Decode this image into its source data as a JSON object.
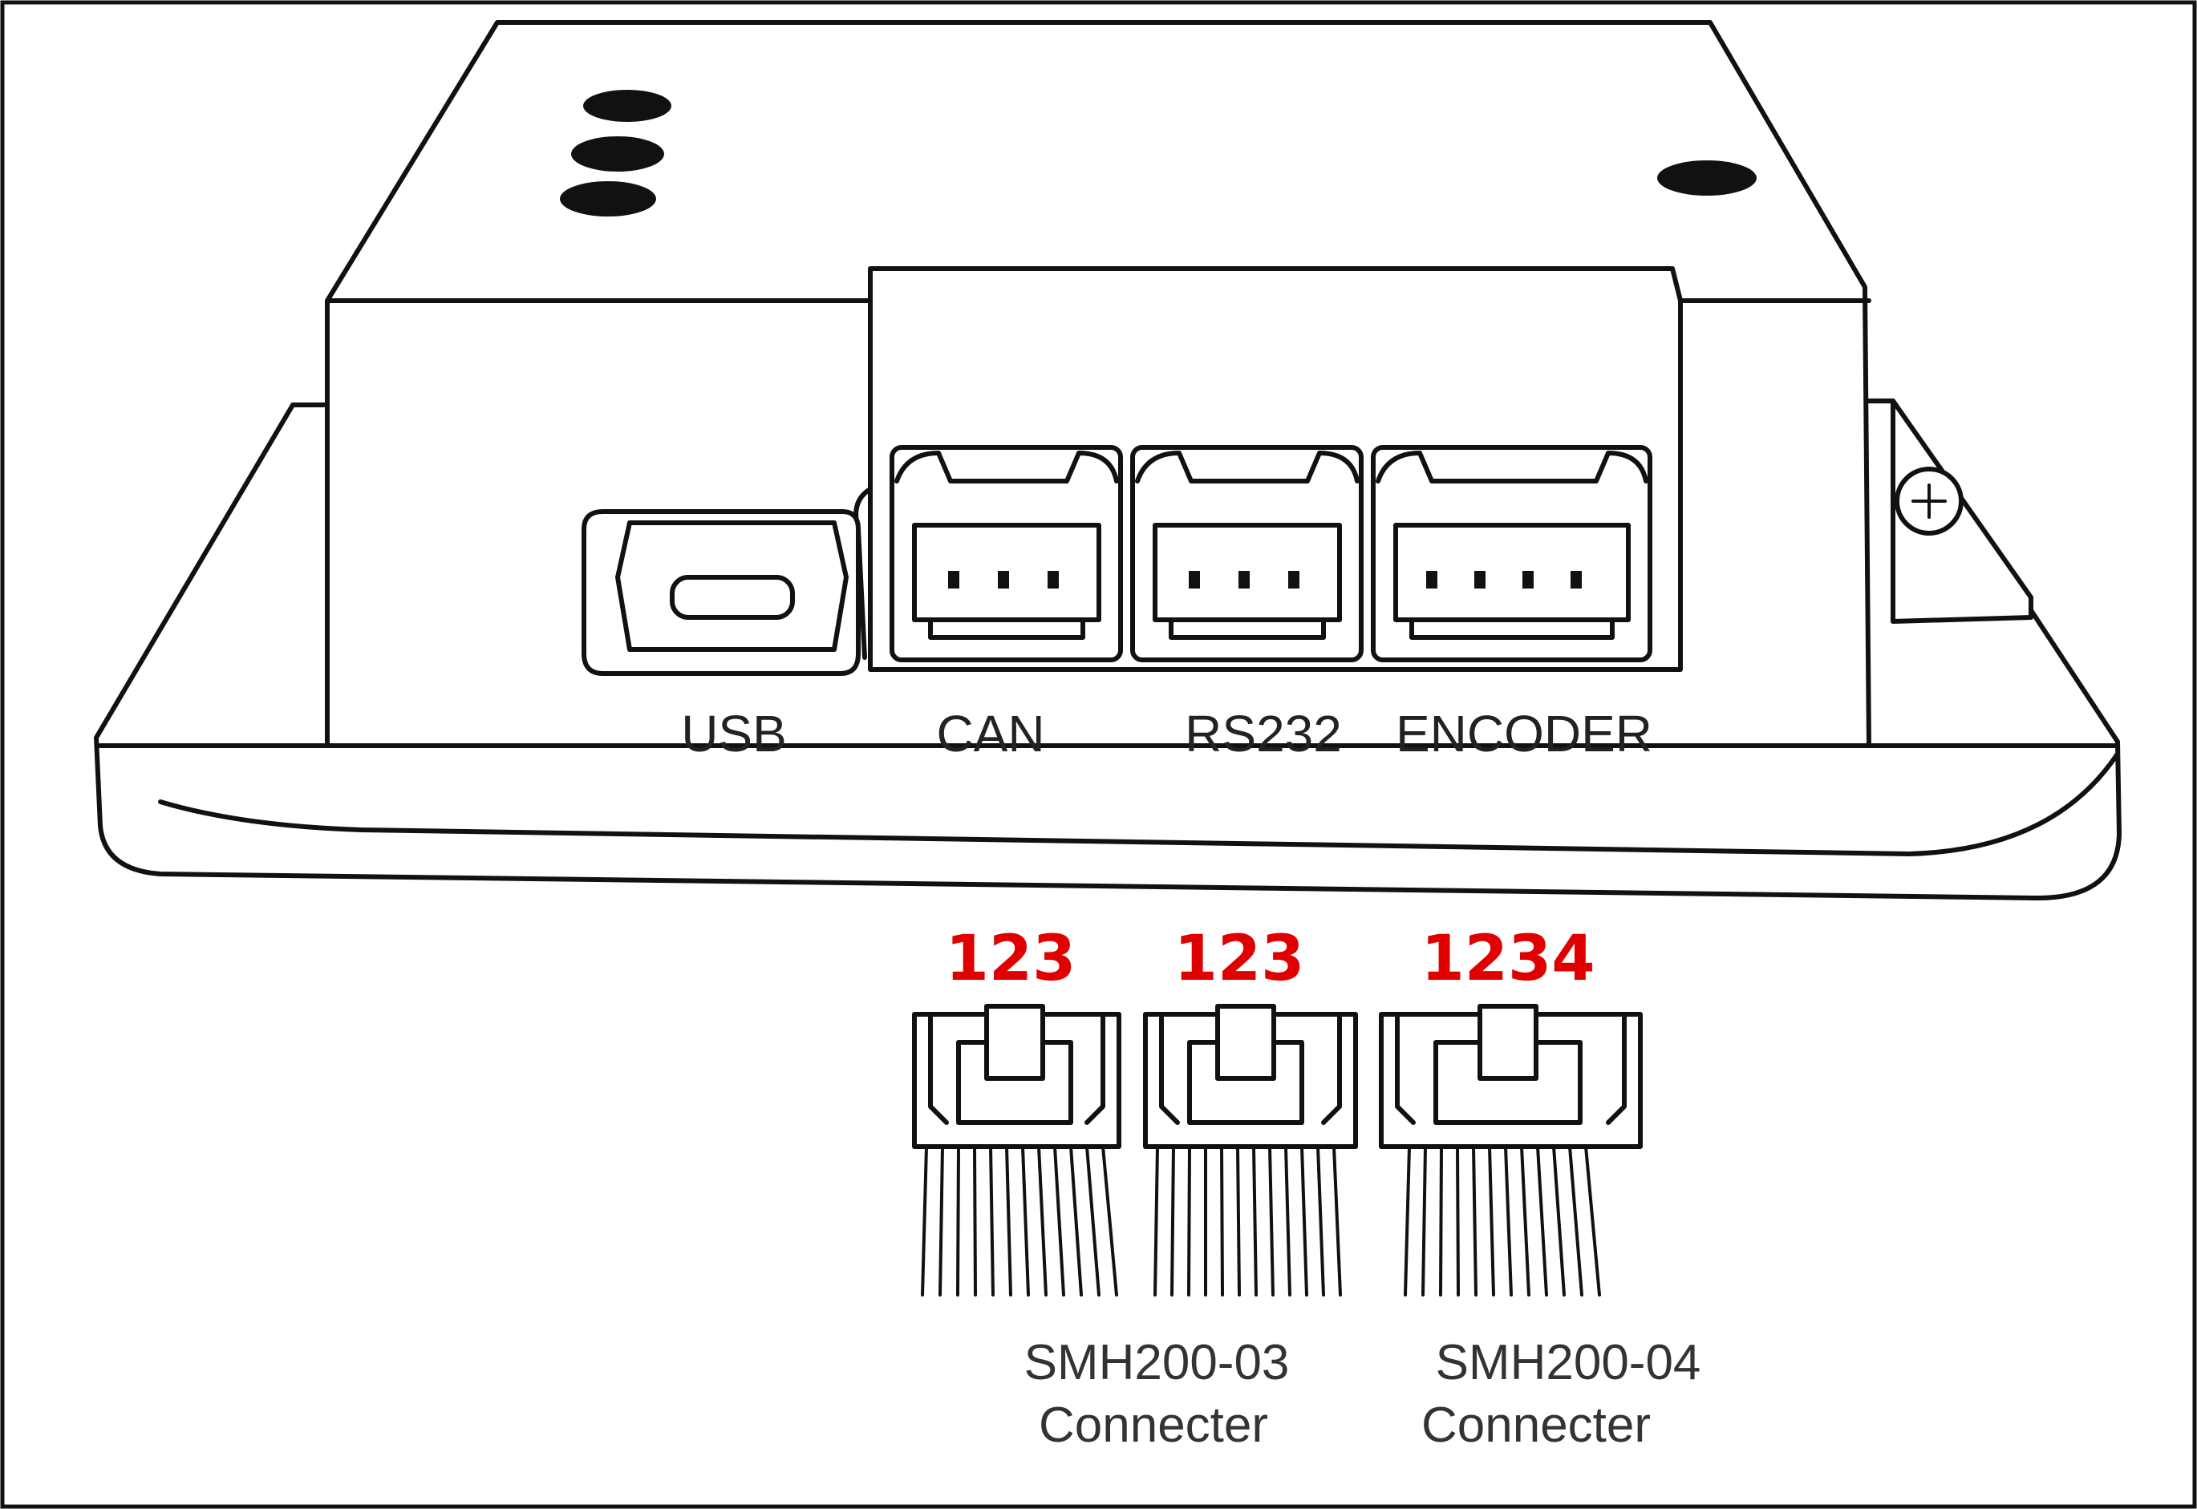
{
  "ports": {
    "usb": "USB",
    "can": "CAN",
    "rs232": "RS232",
    "encoder": "ENCODER"
  },
  "pin_numbers": {
    "can": "123",
    "rs232": "123",
    "encoder": "1234"
  },
  "cable_labels": {
    "smh03_model": "SMH200-03",
    "smh03_type": "Connecter",
    "smh04_model": "SMH200-04",
    "smh04_type": "Connecter"
  },
  "colors": {
    "outline": "#111111",
    "pin_numbers": "#e00000"
  }
}
